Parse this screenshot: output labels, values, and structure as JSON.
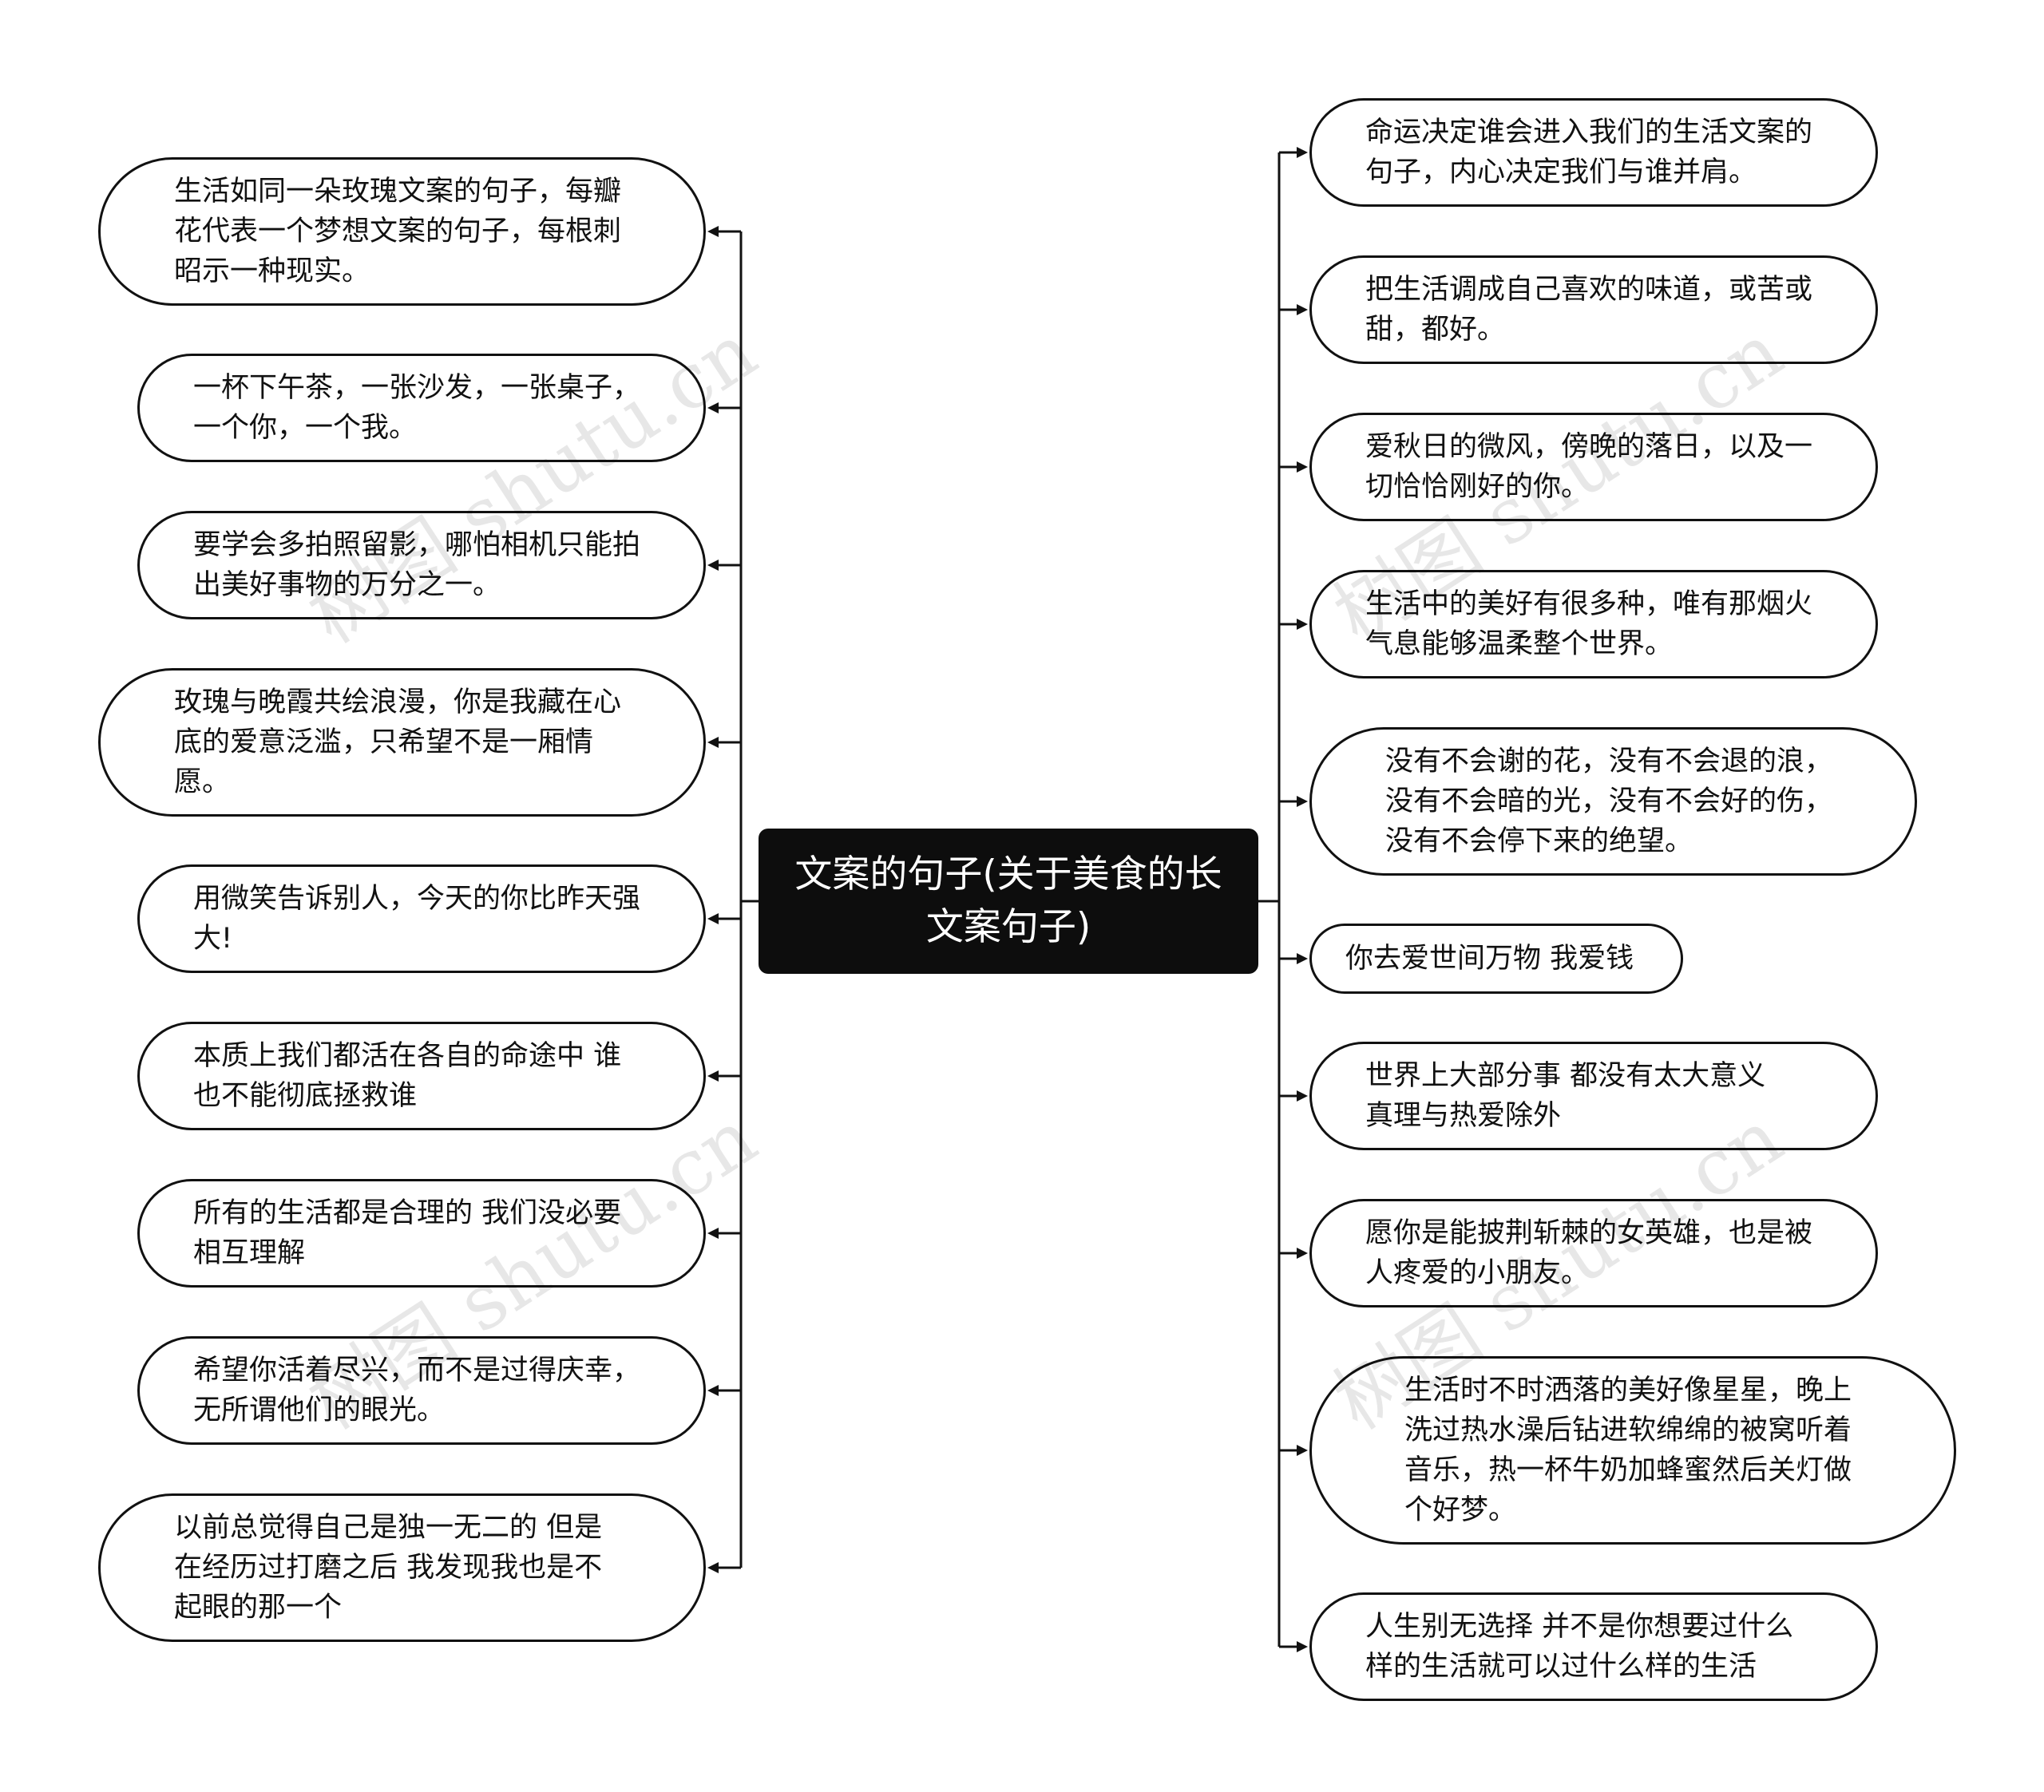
{
  "center": {
    "label": "文案的句子(关于美食的长文案句子)"
  },
  "left_nodes": [
    {
      "text": "生活如同一朵玫瑰文案的句子，每瓣花代表一个梦想文案的句子，每根刺昭示一种现实。"
    },
    {
      "text": "一杯下午茶，一张沙发，一张桌子，一个你，一个我。"
    },
    {
      "text": "要学会多拍照留影，哪怕相机只能拍出美好事物的万分之一。"
    },
    {
      "text": "玫瑰与晚霞共绘浪漫，你是我藏在心底的爱意泛滥，只希望不是一厢情愿。"
    },
    {
      "text": "用微笑告诉别人，今天的你比昨天强大!"
    },
    {
      "text": "本质上我们都活在各自的命途中 谁也不能彻底拯救谁"
    },
    {
      "text": "所有的生活都是合理的 我们没必要相互理解"
    },
    {
      "text": "希望你活着尽兴，而不是过得庆幸，无所谓他们的眼光。"
    },
    {
      "text": "以前总觉得自己是独一无二的 但是在经历过打磨之后 我发现我也是不起眼的那一个"
    }
  ],
  "right_nodes": [
    {
      "text": "命运决定谁会进入我们的生活文案的句子，内心决定我们与谁并肩。"
    },
    {
      "text": "把生活调成自己喜欢的味道，或苦或甜，都好。"
    },
    {
      "text": "爱秋日的微风，傍晚的落日，以及一切恰恰刚好的你。"
    },
    {
      "text": "生活中的美好有很多种，唯有那烟火气息能够温柔整个世界。"
    },
    {
      "text": "没有不会谢的花，没有不会退的浪，没有不会暗的光，没有不会好的伤，没有不会停下来的绝望。"
    },
    {
      "text": "你去爱世间万物 我爱钱"
    },
    {
      "text": "世界上大部分事 都没有太大意义 真理与热爱除外"
    },
    {
      "text": "愿你是能披荆斩棘的女英雄，也是被人疼爱的小朋友。"
    },
    {
      "text": "生活时不时洒落的美好像星星，晚上洗过热水澡后钻进软绵绵的被窝听着音乐，热一杯牛奶加蜂蜜然后关灯做个好梦。"
    },
    {
      "text": "人生别无选择 并不是你想要过什么样的生活就可以过什么样的生活"
    }
  ],
  "watermark": {
    "text": "树图 shutu.cn"
  },
  "colors": {
    "center_bg": "#0d0d0d",
    "center_text": "#ffffff",
    "line": "#111111",
    "leaf_border": "#111111"
  }
}
